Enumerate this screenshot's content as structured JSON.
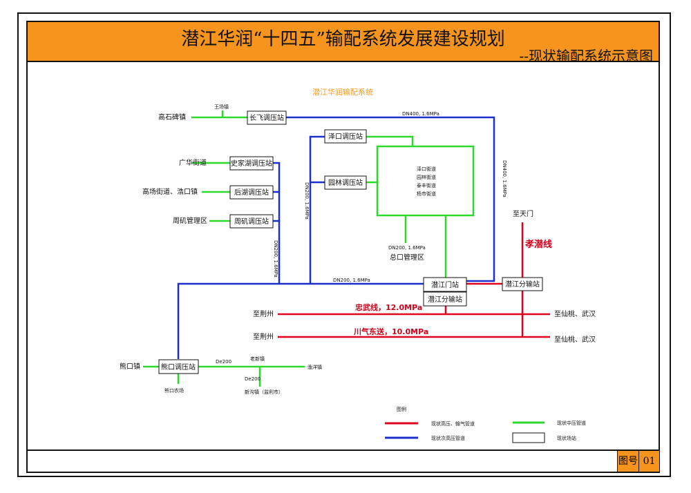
{
  "header": {
    "title": "潜江华润“十四五”输配系统发展建设规划",
    "subtitle": "--现状输配系统示意图"
  },
  "footer": {
    "figure_label": "图号",
    "figure_number": "01"
  },
  "diagram": {
    "system_label": "潜江华润输配系统",
    "stations": {
      "changfei": "长飞调压站",
      "zekou": "泽口调压站",
      "yuanlin": "园林调压站",
      "shijiahu": "史家湖调压站",
      "houhu": "后湖调压站",
      "zhouji": "周矶调压站",
      "qianjiangmen": "潜江门站",
      "qianjiang_fenshu": "潜江分输站",
      "qianjiang_fenshu_right": "潜江分输站",
      "xiongkou": "熊口调压站"
    },
    "places": {
      "gaoshibei": "高石碑镇",
      "wangchang": "王场镇",
      "guanghua": "广华街道",
      "gaochang": "高场街道、浩口镇",
      "zhouji_area": "周矶管理区",
      "zongkou": "总口管理区",
      "zhitianmen": "至天门",
      "zhijingzhou_1": "至荆州",
      "zhijingzhou_2": "至荆州",
      "zhixiantao_1": "至仙桃、武汉",
      "zhixiantao_2": "至仙桃、武汉",
      "xiongkou_town": "熊口镇",
      "xiongkou_farm": "熊口农场",
      "laoxin": "老新镇",
      "yuyang": "渔洋镇",
      "xingou": "新沟镇（监利市）"
    },
    "districts": [
      "泽口街道",
      "园林街道",
      "泰丰街道",
      "杨市街道"
    ],
    "pipe_labels": {
      "dn400_top": "DN400, 1.6MPa",
      "dn400_right": "DN400, 1.6MPa",
      "dn200_mid": "DN200, 1.6MPa",
      "dn200_left": "DN200, 1.6MPa",
      "dn200_center": "DN200, 1.6MPa",
      "dn200_bottom": "DN200, 1.6MPa",
      "de200_a": "De200",
      "de200_b": "De200"
    },
    "trunk_lines": {
      "xiaoqian": "孝潜线",
      "zhongwu": "忠武线，12.0MPa",
      "chuanqi": "川气东送，10.0MPa"
    },
    "legend": {
      "title": "图例",
      "high_pressure": "现状高压、输气管道",
      "medium_pressure": "现状中压管道",
      "sub_high_pressure": "现状次高压管道",
      "station": "现状场站"
    },
    "colors": {
      "high_pressure": "#e0001b",
      "sub_high_pressure": "#1a2fcc",
      "medium_pressure": "#2bd92b",
      "header": "#f7941d"
    }
  }
}
